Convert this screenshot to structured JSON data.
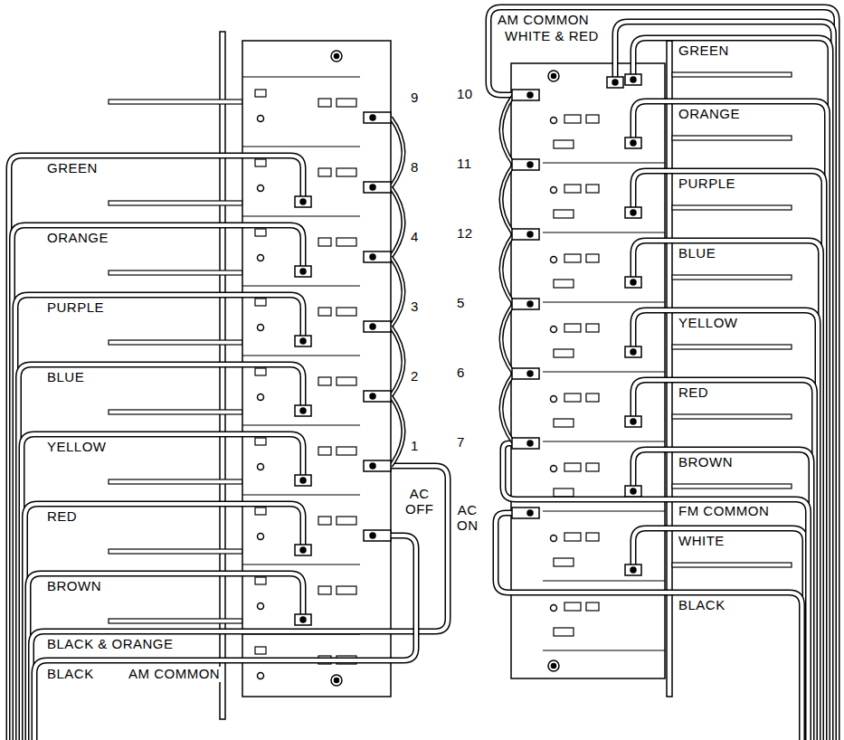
{
  "diagram": {
    "labels": [
      "GREEN",
      "ORANGE",
      "PURPLE",
      "BLUE",
      "YELLOW",
      "RED",
      "BROWN",
      "BLACK & ORANGE",
      "BLACK",
      "AM COMMON",
      "9",
      "8",
      "4",
      "3",
      "2",
      "1",
      "AC OFF",
      "AM COMMON",
      "WHITE & RED",
      "GREEN",
      "ORANGE",
      "PURPLE",
      "BLUE",
      "YELLOW",
      "RED",
      "BROWN",
      "FM COMMON",
      "WHITE",
      "BLACK",
      "10",
      "11",
      "12",
      "5",
      "6",
      "7",
      "AC ON"
    ]
  }
}
